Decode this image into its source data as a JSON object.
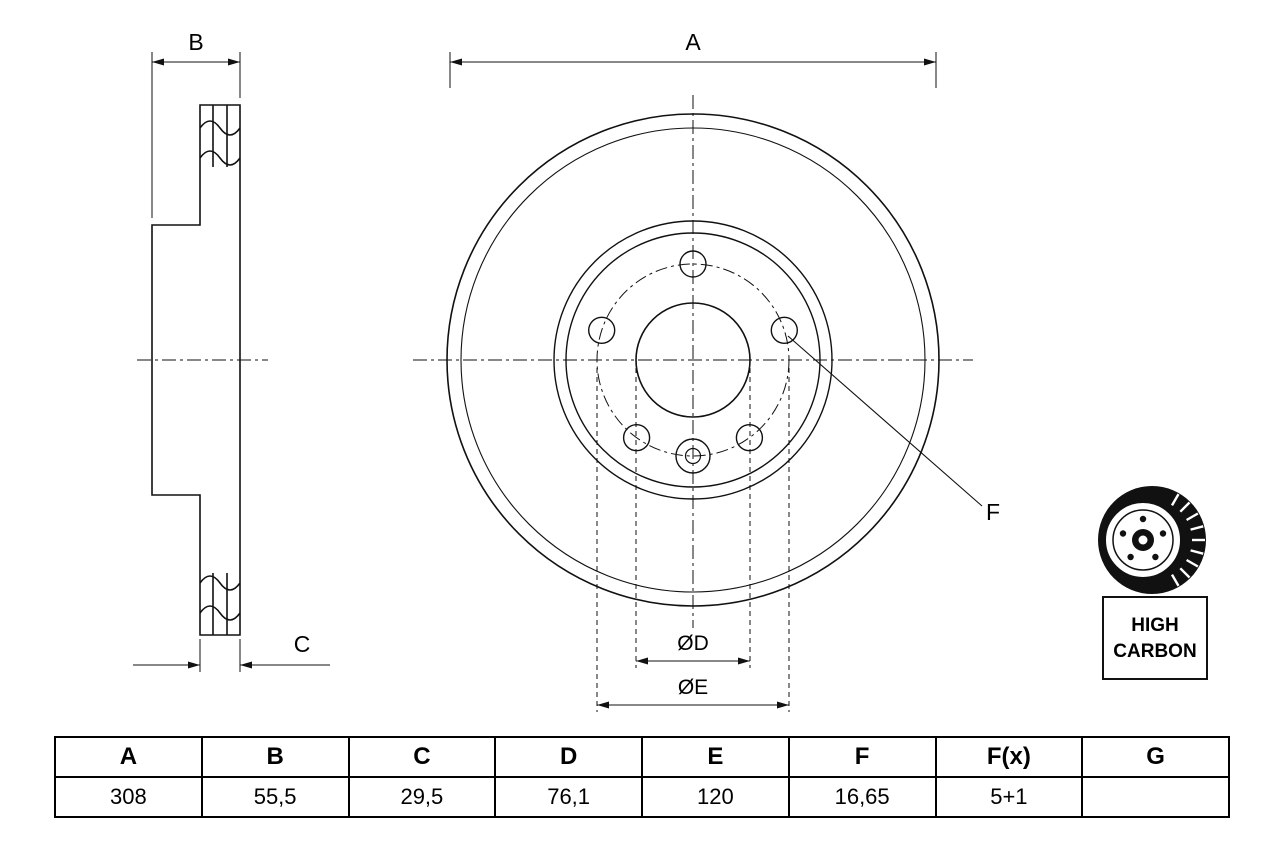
{
  "drawing": {
    "dim_a": "A",
    "dim_b": "B",
    "dim_c": "C",
    "dim_d": "ØD",
    "dim_e": "ØE",
    "dim_f": "F"
  },
  "badge": {
    "line1": "HIGH",
    "line2": "CARBON"
  },
  "table": {
    "headers": [
      "A",
      "B",
      "C",
      "D",
      "E",
      "F",
      "F(x)",
      "G"
    ],
    "values": [
      "308",
      "55,5",
      "29,5",
      "76,1",
      "120",
      "16,65",
      "5+1",
      ""
    ]
  }
}
